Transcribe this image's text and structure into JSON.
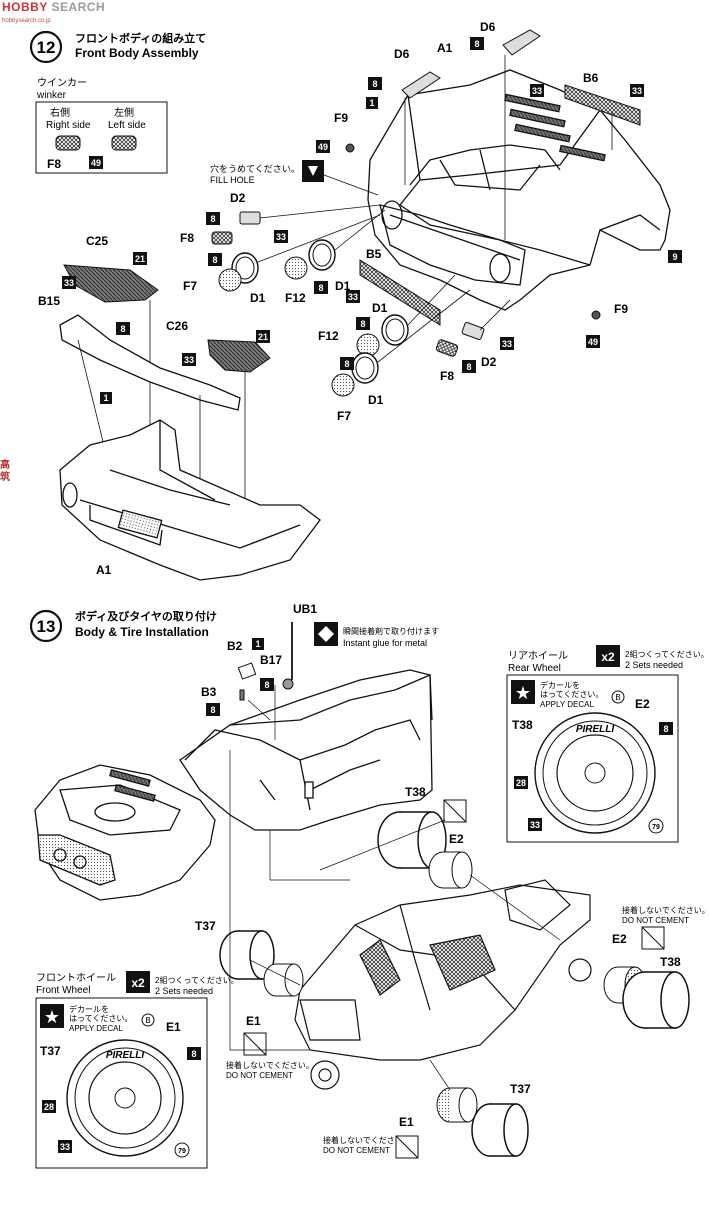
{
  "watermark": {
    "logo": "HOBBY",
    "text": "SEARCH",
    "url": "hobbysearch.co.jp",
    "side": "高筑"
  },
  "step12": {
    "number": "12",
    "title_jp": "フロントボディの組み立て",
    "title_en": "Front Body Assembly",
    "winker_jp": "ウインカー",
    "winker_en": "winker",
    "right_jp": "右側",
    "right_en": "Right side",
    "left_jp": "左側",
    "left_en": "Left side",
    "winker_part": "F8",
    "winker_color": "49",
    "fill_hole_jp": "穴をうめてください。",
    "fill_hole_en": "FILL HOLE",
    "parts": {
      "D6": "D6",
      "A1": "A1",
      "B6": "B6",
      "F9": "F9",
      "D2": "D2",
      "F8": "F8",
      "F7": "F7",
      "D1": "D1",
      "F12": "F12",
      "B5": "B5",
      "C25": "C25",
      "C26": "C26",
      "B15": "B15"
    },
    "colors": {
      "c1": "1",
      "c8": "8",
      "c9": "9",
      "c21": "21",
      "c33": "33",
      "c49": "49"
    }
  },
  "step13": {
    "number": "13",
    "title_jp": "ボディ及びタイヤの取り付け",
    "title_en": "Body & Tire Installation",
    "glue_jp": "瞬間接着剤で取り付けます",
    "glue_en": "Instant glue for metal",
    "parts": {
      "UB1": "UB1",
      "B2": "B2",
      "B17": "B17",
      "B3": "B3",
      "T38": "T38",
      "E2": "E2",
      "T37": "T37",
      "E1": "E1"
    },
    "rear_wheel_jp": "リアホイール",
    "rear_wheel_en": "Rear Wheel",
    "front_wheel_jp": "フロントホイール",
    "front_wheel_en": "Front Wheel",
    "x2": "x2",
    "sets_jp": "2組つくってください。",
    "sets_en": "2 Sets needed",
    "decal_jp1": "デカールを",
    "decal_jp2": "はってください。",
    "decal_en": "APPLY DECAL",
    "decal_letter": "B",
    "tire_brand": "PIRELLI",
    "no_cement_jp": "接着しないでください。",
    "no_cement_en": "DO NOT CEMENT",
    "colors": {
      "c1": "1",
      "c8": "8",
      "c28": "28",
      "c33": "33",
      "c79": "79"
    }
  }
}
